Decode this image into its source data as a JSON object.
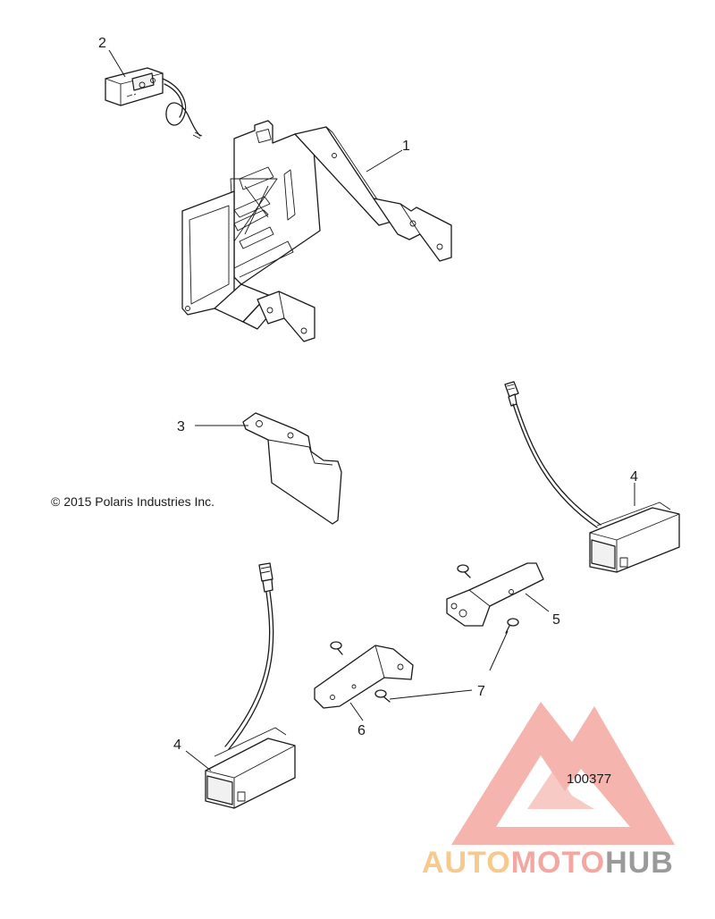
{
  "copyright": "© 2015 Polaris Industries Inc.",
  "figure_id": "100377",
  "callouts": {
    "c1": "1",
    "c2": "2",
    "c3": "3",
    "c4a": "4",
    "c4b": "4",
    "c5": "5",
    "c6": "6",
    "c7": "7"
  },
  "watermark": {
    "part1": "AUTO",
    "part2": "MOTO",
    "part3": "HUB",
    "color_primary": "#f5a6a0",
    "color_orange": "#f7c98c",
    "color_grey": "#9a9a9a"
  }
}
